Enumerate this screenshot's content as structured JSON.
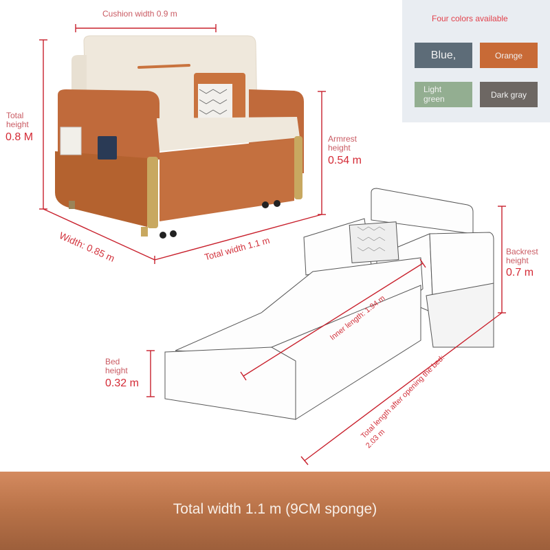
{
  "colors_panel": {
    "title": "Four colors available",
    "options": [
      {
        "label": "Blue,",
        "color": "#5d6c78"
      },
      {
        "label": "Orange",
        "color": "#c86a36"
      },
      {
        "label": "Light green",
        "color": "#93ae91"
      },
      {
        "label": "Dark gray",
        "color": "#6d6763"
      }
    ]
  },
  "sofa_dimensions": {
    "cushion_width": "Cushion width 0.9 m",
    "total_height_label": "Total height",
    "total_height_value": "0.8 M",
    "armrest_height_label": "Armrest height",
    "armrest_height_value": "0.54 m",
    "width": "Width: 0.85 m",
    "total_width": "Total width 1.1 m"
  },
  "bed_dimensions": {
    "backrest_height_label": "Backrest height",
    "backrest_height_value": "0.7 m",
    "bed_height_label": "Bed height",
    "bed_height_value": "0.32 m",
    "inner_length": "Inner length: 1.94 m",
    "total_length_line1": "Total length after opening the bed:",
    "total_length_line2": "2.03 m"
  },
  "banner": {
    "text": "Total width 1.1 m (9CM sponge)",
    "accent": "#b87248"
  }
}
